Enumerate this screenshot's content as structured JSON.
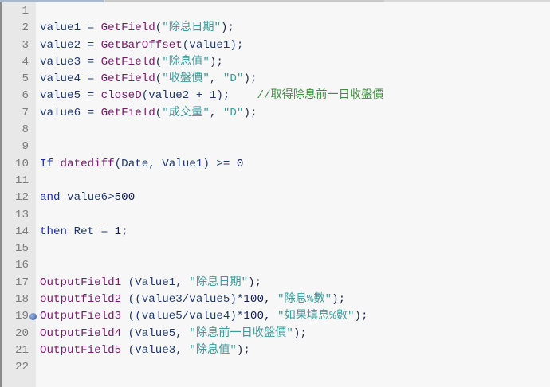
{
  "editor": {
    "breakpoint_line": 19,
    "colors": {
      "identifier": "#1f3a6e",
      "function": "#7a1a6c",
      "string": "#3f9a9a",
      "keyword": "#1a2fb0",
      "comment": "#3f8f3f"
    },
    "lines": [
      {
        "n": "1",
        "tokens": []
      },
      {
        "n": "2",
        "tokens": [
          [
            "value1 = ",
            "id"
          ],
          [
            "GetField",
            "fn"
          ],
          [
            "(",
            "op"
          ],
          [
            "\"除息日期\"",
            "str"
          ],
          [
            ");",
            "op"
          ]
        ]
      },
      {
        "n": "3",
        "tokens": [
          [
            "value2 = ",
            "id"
          ],
          [
            "GetBarOffset",
            "fn"
          ],
          [
            "(value1);",
            "id"
          ]
        ]
      },
      {
        "n": "4",
        "tokens": [
          [
            "value3 = ",
            "id"
          ],
          [
            "GetField",
            "fn"
          ],
          [
            "(",
            "op"
          ],
          [
            "\"除息值\"",
            "str"
          ],
          [
            ");",
            "op"
          ]
        ]
      },
      {
        "n": "5",
        "tokens": [
          [
            "value4 = ",
            "id"
          ],
          [
            "GetField",
            "fn"
          ],
          [
            "(",
            "op"
          ],
          [
            "\"收盤價\"",
            "str"
          ],
          [
            ", ",
            "op"
          ],
          [
            "\"D\"",
            "str"
          ],
          [
            ");",
            "op"
          ]
        ]
      },
      {
        "n": "6",
        "tokens": [
          [
            "value5 = ",
            "id"
          ],
          [
            "closeD",
            "fn"
          ],
          [
            "(value2 + 1);    ",
            "id"
          ],
          [
            "//取得除息前一日收盤價",
            "cm"
          ]
        ]
      },
      {
        "n": "7",
        "tokens": [
          [
            "value6 = ",
            "id"
          ],
          [
            "GetField",
            "fn"
          ],
          [
            "(",
            "op"
          ],
          [
            "\"成交量\"",
            "str"
          ],
          [
            ", ",
            "op"
          ],
          [
            "\"D\"",
            "str"
          ],
          [
            ");",
            "op"
          ]
        ]
      },
      {
        "n": "8",
        "tokens": []
      },
      {
        "n": "9",
        "tokens": []
      },
      {
        "n": "10",
        "tokens": [
          [
            "If ",
            "kw"
          ],
          [
            "datediff",
            "fn"
          ],
          [
            "(Date, Value1) >= ",
            "id"
          ],
          [
            "0",
            "num"
          ]
        ]
      },
      {
        "n": "11",
        "tokens": []
      },
      {
        "n": "12",
        "tokens": [
          [
            "and ",
            "kw"
          ],
          [
            "value6>",
            "id"
          ],
          [
            "500",
            "num"
          ]
        ]
      },
      {
        "n": "13",
        "tokens": []
      },
      {
        "n": "14",
        "tokens": [
          [
            "then ",
            "kw"
          ],
          [
            "Ret = ",
            "id"
          ],
          [
            "1",
            "num"
          ],
          [
            ";",
            "op"
          ]
        ]
      },
      {
        "n": "15",
        "tokens": []
      },
      {
        "n": "16",
        "tokens": []
      },
      {
        "n": "17",
        "tokens": [
          [
            "OutputField1",
            "fn"
          ],
          [
            " (Value1, ",
            "id"
          ],
          [
            "\"除息日期\"",
            "str"
          ],
          [
            ");",
            "op"
          ]
        ]
      },
      {
        "n": "18",
        "tokens": [
          [
            "outputfield2",
            "fn"
          ],
          [
            " ((value3/value5)*",
            "id"
          ],
          [
            "100",
            "num"
          ],
          [
            ", ",
            "op"
          ],
          [
            "\"除息%數\"",
            "str"
          ],
          [
            ");",
            "op"
          ]
        ]
      },
      {
        "n": "19",
        "tokens": [
          [
            "OutputField3",
            "fn"
          ],
          [
            " ((value5/value4)*",
            "id"
          ],
          [
            "100",
            "num"
          ],
          [
            ", ",
            "op"
          ],
          [
            "\"如果填息%數\"",
            "str"
          ],
          [
            ");",
            "op"
          ]
        ]
      },
      {
        "n": "20",
        "tokens": [
          [
            "OutputField4",
            "fn"
          ],
          [
            " (Value5, ",
            "id"
          ],
          [
            "\"除息前一日收盤價\"",
            "str"
          ],
          [
            ");",
            "op"
          ]
        ]
      },
      {
        "n": "21",
        "tokens": [
          [
            "OutputField5",
            "fn"
          ],
          [
            " (Value3, ",
            "id"
          ],
          [
            "\"除息值\"",
            "str"
          ],
          [
            ");",
            "op"
          ]
        ]
      },
      {
        "n": "22",
        "tokens": []
      }
    ]
  }
}
